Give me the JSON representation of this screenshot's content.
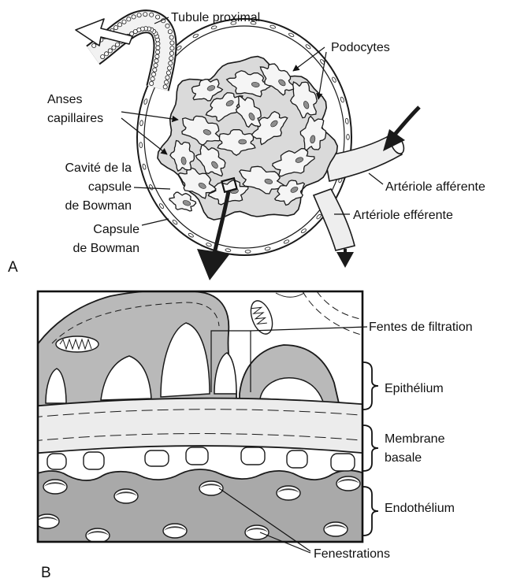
{
  "panel_a": {
    "letter": "A",
    "labels": {
      "tubule": "Tubule proximal",
      "podocytes": "Podocytes",
      "anses_line1": "Anses",
      "anses_line2": "capillaires",
      "cavite_line1": "Cavité de la",
      "cavite_line2": "capsule",
      "cavite_line3": "de Bowman",
      "capsule_line1": "Capsule",
      "capsule_line2": "de Bowman",
      "afferent": "Artériole afférente",
      "efferent": "Artériole efférente"
    }
  },
  "panel_b": {
    "letter": "B",
    "labels": {
      "fentes": "Fentes de filtration",
      "epithelium": "Epithélium",
      "membrane_line1": "Membrane",
      "membrane_line2": "basale",
      "endothelium": "Endothélium",
      "fenestrations": "Fenestrations"
    }
  },
  "colors": {
    "ink": "#1a1a1a",
    "cytoplasm": "#b9b9b9",
    "membrane": "#ececec",
    "endothelium": "#a9a9a9"
  }
}
